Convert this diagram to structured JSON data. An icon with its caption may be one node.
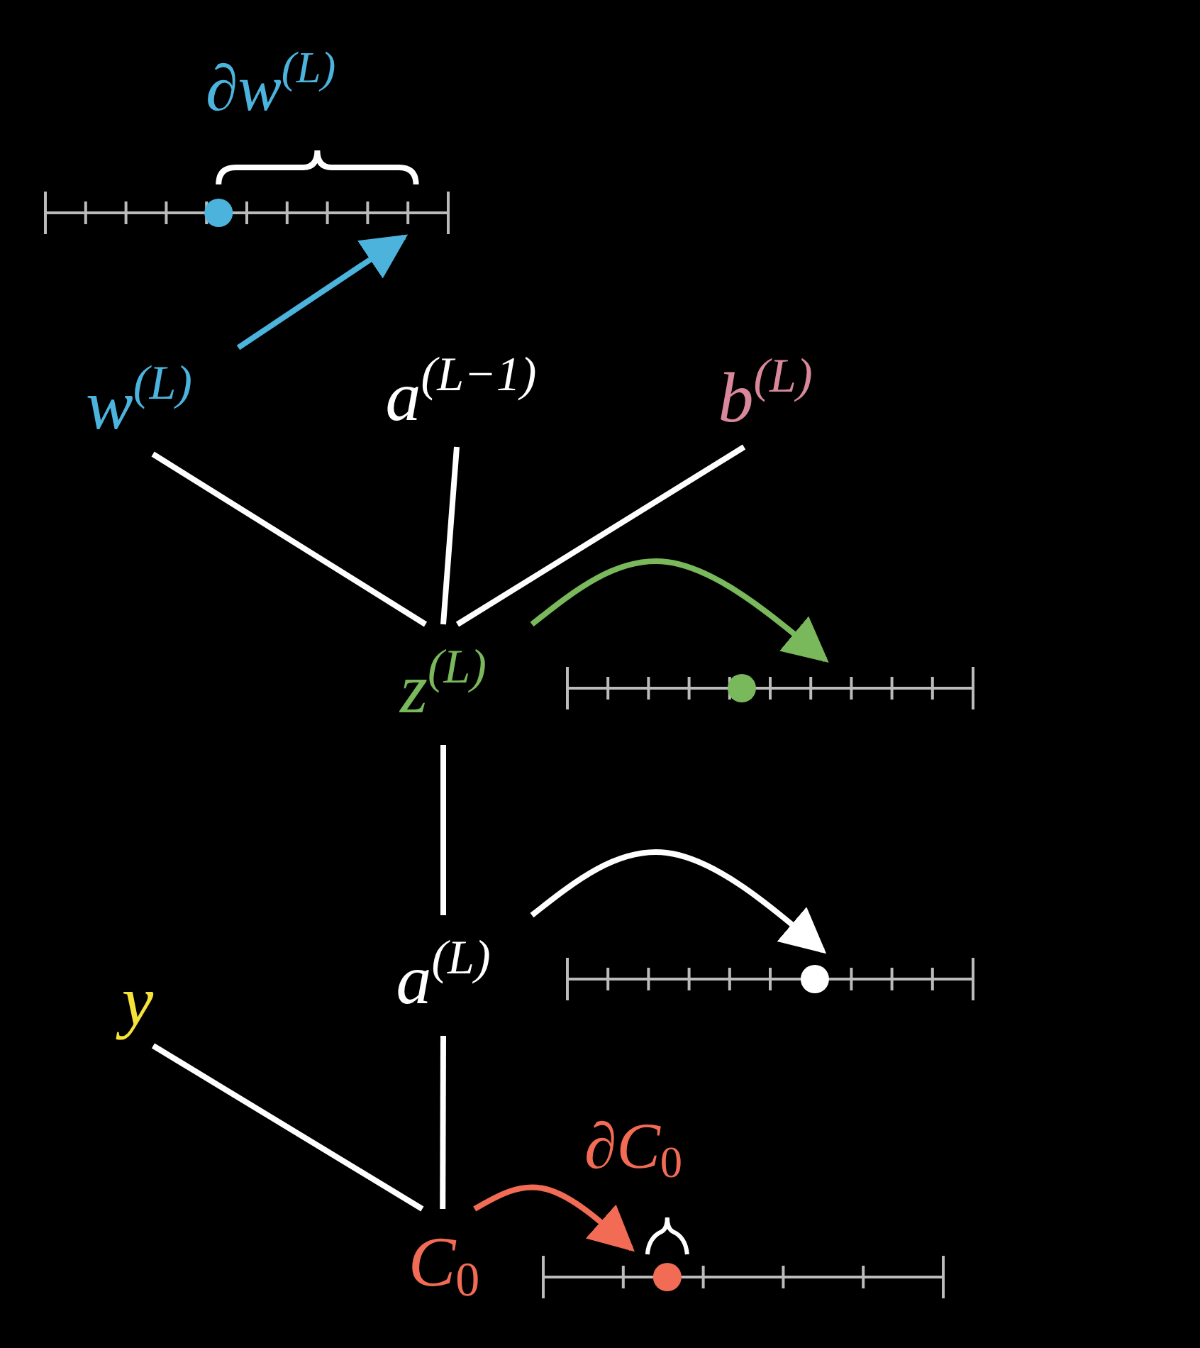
{
  "diagram": {
    "nodes": [
      {
        "text": [],
        "shape": "line",
        "beside": [
          "∂w$^{(L)}$"
        ]
      },
      {
        "text": [
          "w$^{(L)}$"
        ]
      },
      {
        "text": [
          "a$^{(L−1)}$"
        ]
      },
      {
        "text": [
          "b$^{(L)}$"
        ]
      },
      {
        "text": [
          "z$^{(L)}$"
        ]
      },
      {
        "text": [],
        "shape": "line"
      },
      {
        "text": [
          "a$^{(L)}$"
        ]
      },
      {
        "text": [],
        "shape": "line"
      },
      {
        "text": [
          "y"
        ]
      },
      {
        "text": [
          "C$_{0}$"
        ]
      },
      {
        "text": [],
        "shape": "line",
        "beside": [
          "∂C$_{0}$"
        ]
      }
    ],
    "edges": [
      {
        "from": 1,
        "to": 4,
        "arrow": "none"
      },
      {
        "from": 2,
        "to": 4,
        "arrow": "none"
      },
      {
        "from": 3,
        "to": 4,
        "arrow": "none"
      },
      {
        "from": 4,
        "to": 6,
        "arrow": "none"
      },
      {
        "from": 6,
        "to": 9,
        "arrow": "none"
      },
      {
        "from": 8,
        "to": 9,
        "arrow": "none"
      },
      {
        "from": 1,
        "to": 0,
        "arrow": "to",
        "color": "#4cb3dd"
      },
      {
        "from": 4,
        "to": 5,
        "arrow": "to",
        "color": "#7ab85c"
      },
      {
        "from": 6,
        "to": 7,
        "arrow": "to"
      },
      {
        "from": 9,
        "to": 10,
        "arrow": "to",
        "color": "#f26b55"
      }
    ]
  }
}
